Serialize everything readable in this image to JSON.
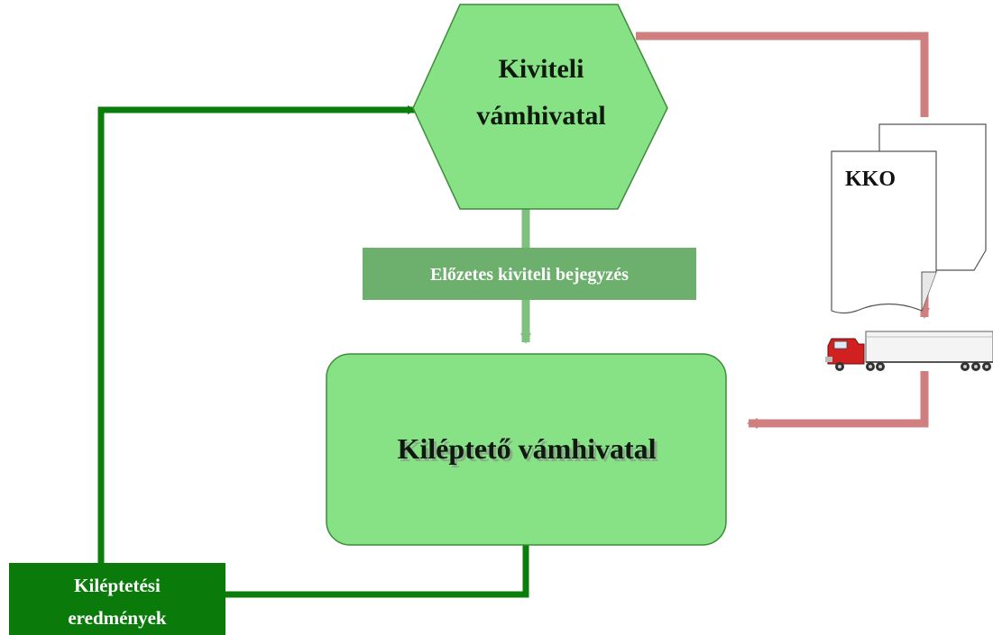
{
  "nodes": {
    "export_office": {
      "line1": "Kiviteli",
      "line2": "vámhivatal"
    },
    "exit_office": {
      "label": "Kiléptető vámhivatal"
    },
    "pre_export_entry": {
      "label": "Előzetes kiviteli bejegyzés"
    },
    "exit_results": {
      "line1": "Kiléptetési",
      "line2": "eredmények"
    },
    "document": {
      "label": "KKO"
    }
  },
  "colors": {
    "node_fill": "#86e285",
    "node_stroke": "#3c8c3c",
    "dark_green": "#0a7a0a",
    "flow_green": "#0b7d0b",
    "soft_green": "#7fc07f",
    "label_box": "#6daf6d",
    "red_arrow": "#cf7f7f",
    "truck_red": "#d12020"
  }
}
